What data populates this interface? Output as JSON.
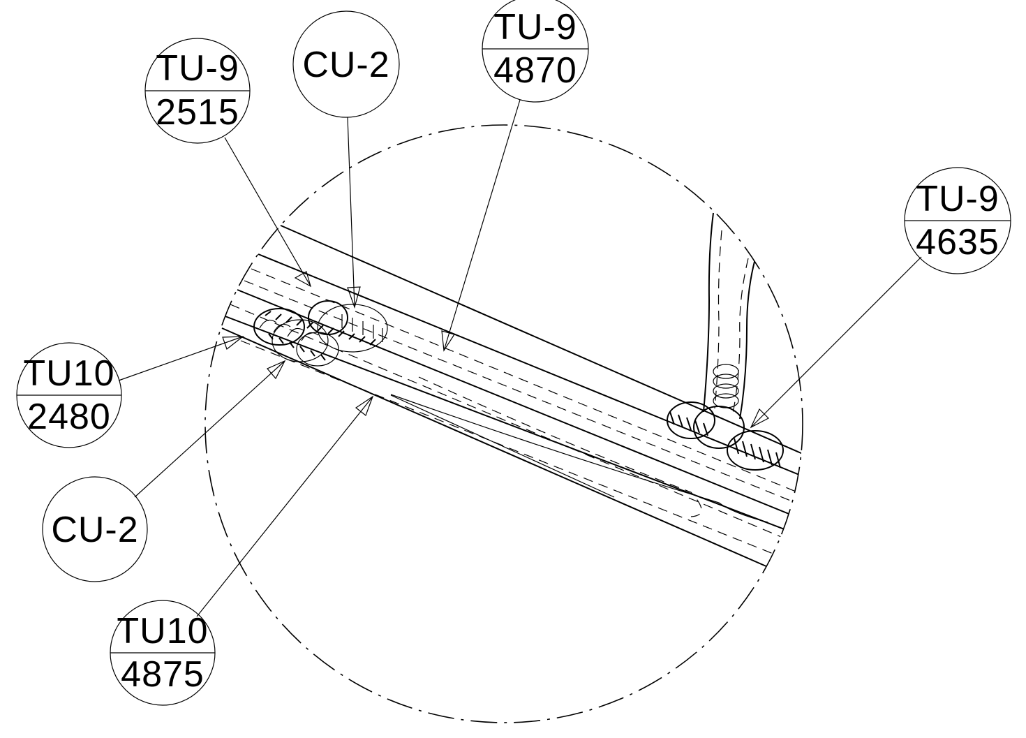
{
  "callouts": [
    {
      "id": "tu9-2515",
      "mark": "TU-9",
      "length": "2515"
    },
    {
      "id": "cu2-top",
      "mark": "CU-2",
      "length": ""
    },
    {
      "id": "tu9-4870",
      "mark": "TU-9",
      "length": "4870"
    },
    {
      "id": "tu9-4635",
      "mark": "TU-9",
      "length": "4635"
    },
    {
      "id": "tu10-2480",
      "mark": "TU10",
      "length": "2480"
    },
    {
      "id": "cu2-bottom",
      "mark": "CU-2",
      "length": ""
    },
    {
      "id": "tu10-4875",
      "mark": "TU10",
      "length": "4875"
    }
  ],
  "colors": {
    "line": "#000000",
    "background": "#ffffff"
  }
}
